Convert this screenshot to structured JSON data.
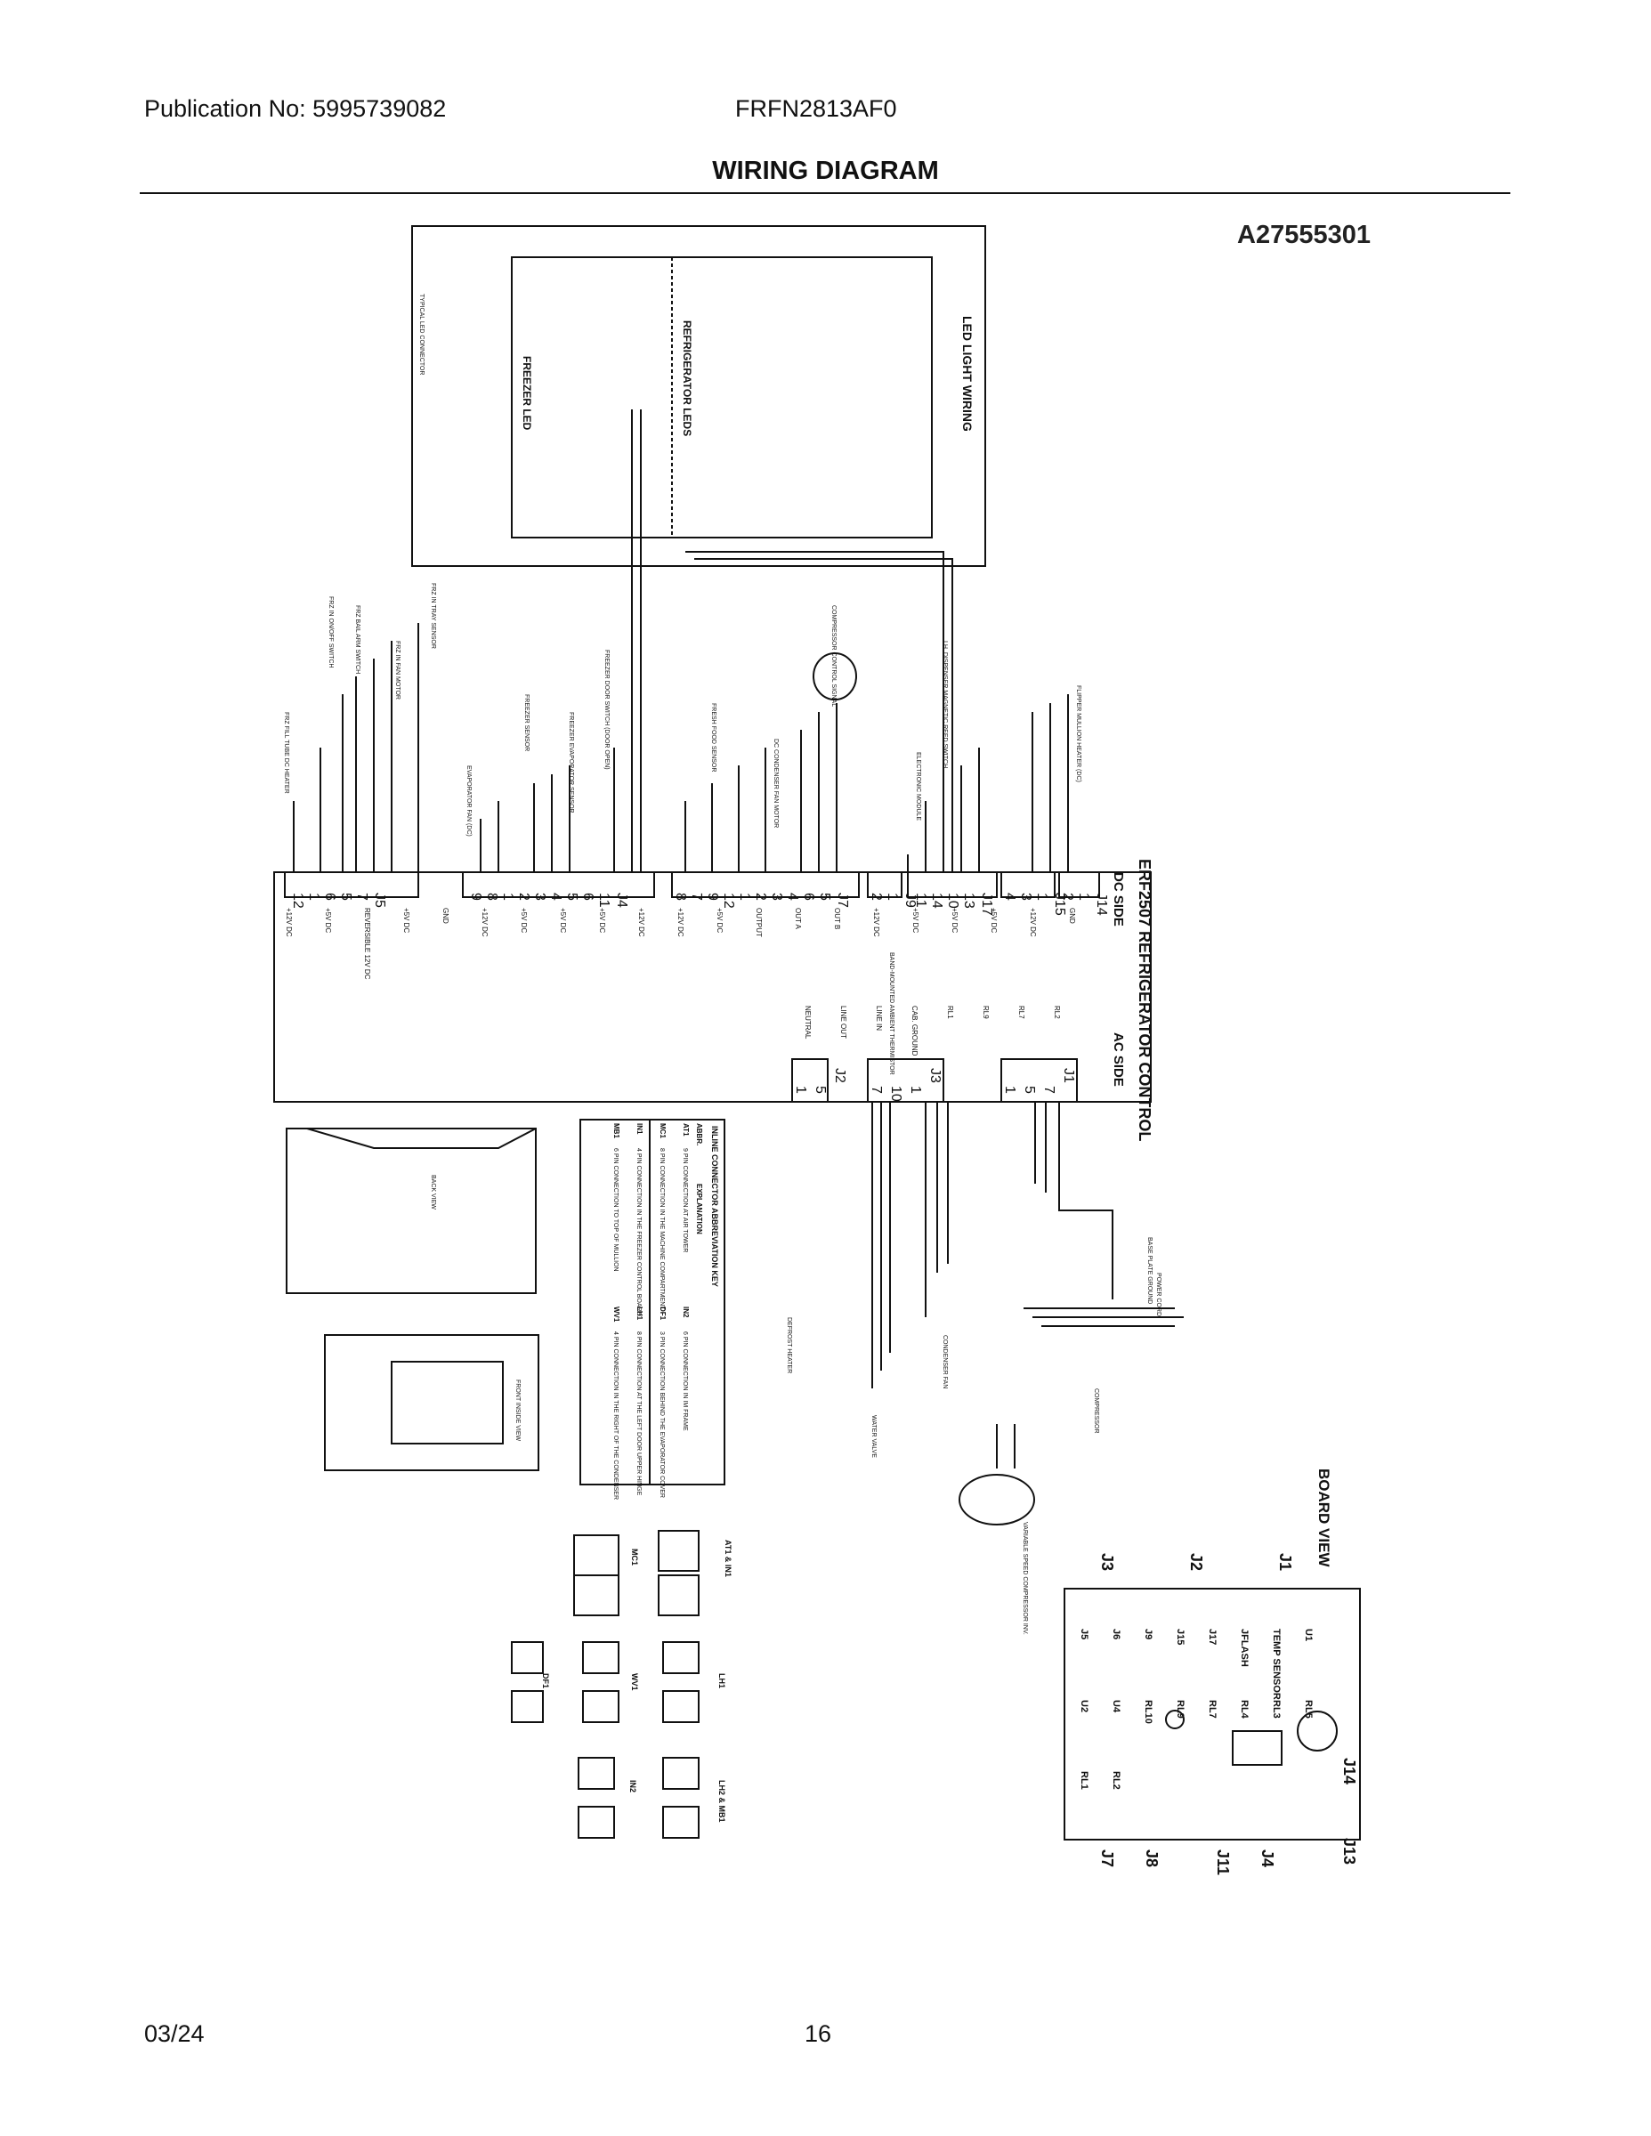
{
  "header": {
    "publication": "Publication No: 5995739082",
    "model": "FRFN2813AF0",
    "title": "WIRING DIAGRAM",
    "doc_id": "A27555301"
  },
  "footer": {
    "date": "03/24",
    "page": "16"
  },
  "diagram": {
    "led": {
      "wiring_title": "LED LIGHT WIRING",
      "refrigerator_led": "REFRIGERATOR LEDS",
      "freezer_led": "FREEZER LED",
      "typical_connector": "TYPICAL LED CONNECTOR"
    },
    "control": {
      "board_title": "ERF2507 REFRIGERATOR CONTROL",
      "dc_side": "DC SIDE",
      "ac_side": "AC SIDE"
    },
    "dc_connectors": [
      {
        "name": "J5",
        "pins": [
          "12",
          "1",
          "6",
          "5",
          "7"
        ]
      },
      {
        "name": "J4",
        "pins": [
          "9",
          "8",
          "1",
          "2",
          "3",
          "4",
          "5",
          "6",
          "11"
        ]
      },
      {
        "name": "J7",
        "pins": [
          "8",
          "7",
          "9",
          "12",
          "1",
          "2",
          "3",
          "4",
          "6",
          "5"
        ]
      },
      {
        "name": "J9",
        "pins": [
          "2",
          "1"
        ]
      },
      {
        "name": "J17",
        "pins": [
          "11",
          "14",
          "10",
          "13"
        ]
      },
      {
        "name": "J15",
        "pins": [
          "4",
          "3",
          "1"
        ]
      },
      {
        "name": "J14",
        "pins": [
          "2",
          "1"
        ]
      }
    ],
    "ac_connectors": [
      {
        "name": "J2",
        "pins": [
          "1",
          "5"
        ]
      },
      {
        "name": "J3",
        "pins": [
          "7",
          "10",
          "1"
        ]
      },
      {
        "name": "J1",
        "pins": [
          "1",
          "5",
          "7"
        ]
      }
    ],
    "dc_voltage_labels": [
      "+12V DC",
      "+5V DC",
      "REVERSIBLE 12V DC",
      "+5V DC",
      "GND",
      "+12V DC",
      "+5V DC",
      "+5V DC",
      "+5V DC",
      "+12V DC",
      "+12V DC",
      "+5V DC",
      "OUTPUT",
      "OUT A",
      "OUT B",
      "+12V DC",
      "+5V DC",
      "+5V DC",
      "+5V DC",
      "+12V DC",
      "GND"
    ],
    "ac_labels": [
      "NEUTRAL",
      "LINE OUT",
      "LINE IN",
      "CAB. GROUND",
      "RL1",
      "RL9",
      "RL7",
      "RL2"
    ],
    "components": [
      "FRZ IN TRAY SENSOR",
      "FRZ IN FAN MOTOR",
      "FRZ BAIL ARM SWITCH",
      "FRZ IN ON/OFF SWITCH",
      "FRZ FILL TUBE DC HEATER",
      "EVAPORATOR FAN (DC)",
      "FREEZER SENSOR",
      "FREEZER EVAPORATOR SENSOR",
      "FREEZER DOOR SWITCH (DOOR OPEN)",
      "FRESH FOOD SENSOR",
      "COMPRESSOR CONTROL SIGNAL",
      "DC CONDENSER FAN MOTOR",
      "I.H. DISPENSER MAGNETIC REED SWITCH",
      "ELECTRONIC MODULE",
      "BAND-MOUNTED AMBIENT THERMISTOR",
      "FLIPPER MULLION HEATER (DC)",
      "POWER CORD",
      "COMPRESSOR",
      "VARIABLE SPEED COMPRESSOR INV.",
      "DEFROST HEATER",
      "CONDENSER FAN",
      "WATER VALVE",
      "BASE PLATE GROUND"
    ],
    "abbreviation_key": {
      "title": "INLINE CONNECTOR ABBREVIATION KEY",
      "col_abbr": "ABBR.",
      "col_expl": "EXPLANATION",
      "rows": [
        {
          "abbr": "AT1",
          "text": "9 PIN CONNECTION AT AIR TOWER"
        },
        {
          "abbr": "MC1",
          "text": "8 PIN CONNECTION IN THE MACHINE COMPARTMENT"
        },
        {
          "abbr": "IN1",
          "text": "4 PIN CONNECTION IN THE FREEZER CONTROL BOARD"
        },
        {
          "abbr": "MB1",
          "text": "6 PIN CONNECTION TO TOP OF MULLION"
        },
        {
          "abbr": "IN2",
          "text": "6 PIN CONNECTION IN IM FRAME"
        },
        {
          "abbr": "DF1",
          "text": "3 PIN CONNECTION BEHIND THE EVAPORATOR COVER"
        },
        {
          "abbr": "LH1",
          "text": "8 PIN CONNECTION AT THE LEFT DOOR UPPER HINGE"
        },
        {
          "abbr": "WV1",
          "text": "4 PIN CONNECTION IN THE RIGHT OF THE CONDENSER"
        }
      ]
    },
    "views": {
      "back": "BACK VIEW",
      "front_inside": "FRONT INSIDE VIEW"
    },
    "connector_tags": [
      "AT1 & IN1",
      "MC1",
      "LH1",
      "WV1",
      "DF1",
      "LH2 & MB1",
      "IN2"
    ],
    "board_view": {
      "title": "BOARD VIEW",
      "top_labels": [
        "J3",
        "J2",
        "J1"
      ],
      "right_labels": [
        "J14",
        "J13"
      ],
      "bottom_labels": [
        "J7",
        "J8",
        "J11",
        "J4"
      ],
      "inner_labels": [
        "J5",
        "J6",
        "J9",
        "J15",
        "J17",
        "JFLASH",
        "TEMP SENSOR",
        "U1",
        "U2",
        "U4",
        "RL10",
        "RL9",
        "RL7",
        "RL4",
        "RL3",
        "RL5",
        "RL1",
        "RL2"
      ]
    }
  }
}
